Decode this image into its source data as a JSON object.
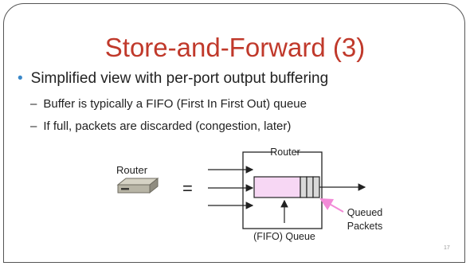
{
  "slide": {
    "title": "Store-and-Forward (3)",
    "bullet": "Simplified view with per-port output buffering",
    "sub_bullets": [
      "Buffer is typically a FIFO (First In First Out) queue",
      "If full, packets are discarded (congestion, later)"
    ],
    "page_number": "17"
  },
  "diagram": {
    "router_label": "Router",
    "equals_sign": "=",
    "box_label": "Router",
    "queue_label": "(FIFO) Queue",
    "packets_label_line1": "Queued",
    "packets_label_line2": "Packets"
  },
  "colors": {
    "title": "#c0392b",
    "bullet": "#3a88c9",
    "queue_fill": "#f7d7f4",
    "queued_packets_fill": "#d9d9d9",
    "pointer_arrow": "#f28ad7",
    "router_icon_body": "#b8b5a6"
  },
  "icons": [
    "router-device-icon"
  ]
}
